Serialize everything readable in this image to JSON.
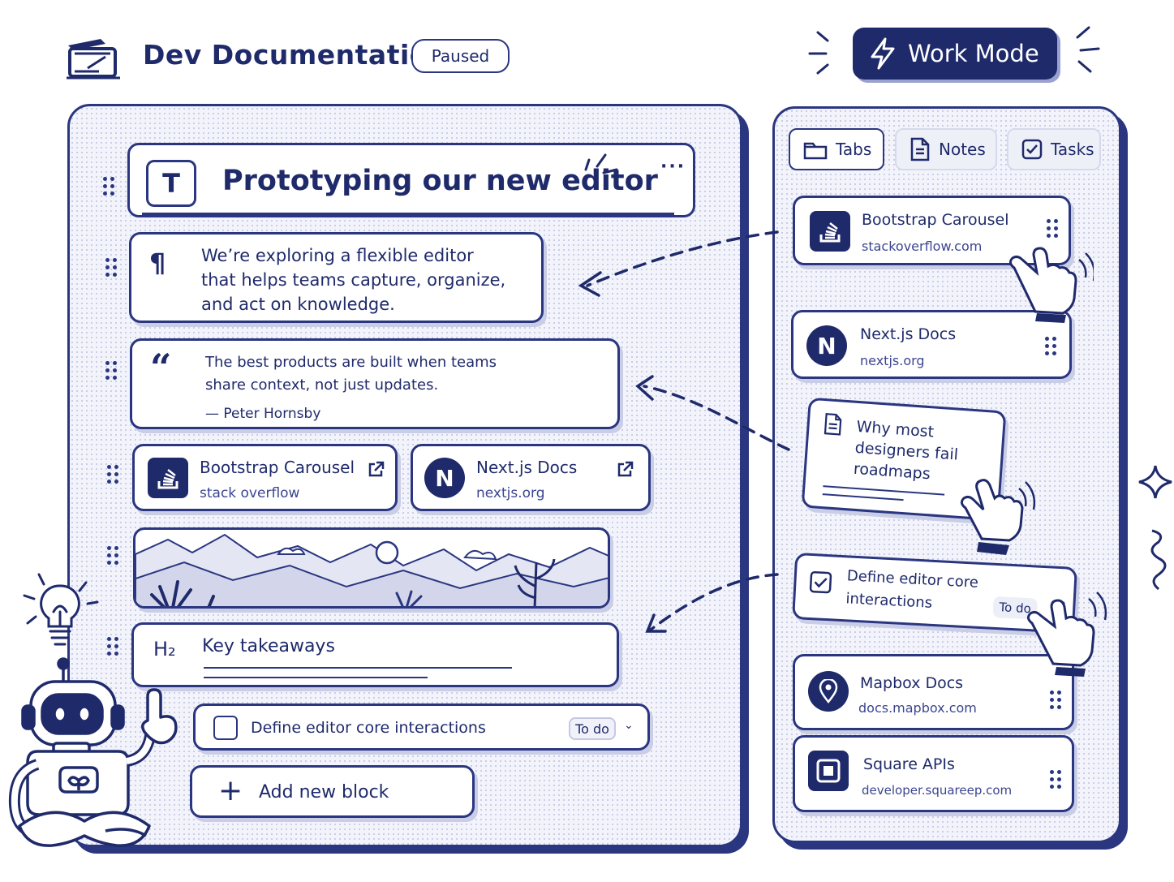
{
  "header": {
    "title": "Dev Documentation",
    "status_badge": "Paused",
    "work_mode_label": "Work Mode"
  },
  "editor": {
    "page_title": "Prototyping our new editor",
    "paragraph_lines": [
      "We’re exploring a flexible editor",
      "that helps teams capture, organize,",
      "and act on knowledge."
    ],
    "quote_lines": [
      "The best products are built when teams",
      "share context, not just updates."
    ],
    "quote_author": "— Peter Hornsby",
    "links": [
      {
        "title": "Bootstrap Carousel",
        "subtitle": "stack overflow"
      },
      {
        "title": "Next.js Docs",
        "subtitle": "nextjs.org"
      }
    ],
    "heading_marker": "H₂",
    "heading": "Key takeaways",
    "task_label": "Define editor core interactions",
    "task_status": "To do",
    "add_block_label": "Add new block"
  },
  "sidebar": {
    "tabs": [
      {
        "label": "Tabs",
        "icon": "folder-icon"
      },
      {
        "label": "Notes",
        "icon": "document-icon"
      },
      {
        "label": "Tasks",
        "icon": "checkbox-icon"
      }
    ],
    "items": [
      {
        "title": "Bootstrap Carousel",
        "subtitle": "stackoverflow.com"
      },
      {
        "title": "Next.js Docs",
        "subtitle": "nextjs.org"
      }
    ],
    "note_lines": [
      "Why most",
      "designers fail",
      "roadmaps"
    ],
    "task_lines": [
      "Define editor core",
      "interactions"
    ],
    "task_status": "To do",
    "items_bottom": [
      {
        "title": "Mapbox Docs",
        "subtitle": "docs.mapbox.com"
      },
      {
        "title": "Square APIs",
        "subtitle": "developer.squareep.com"
      }
    ]
  },
  "colors": {
    "ink": "#1f2a6b",
    "panel_bg": "#f3f4fb",
    "dots": "#c7cbe3"
  }
}
